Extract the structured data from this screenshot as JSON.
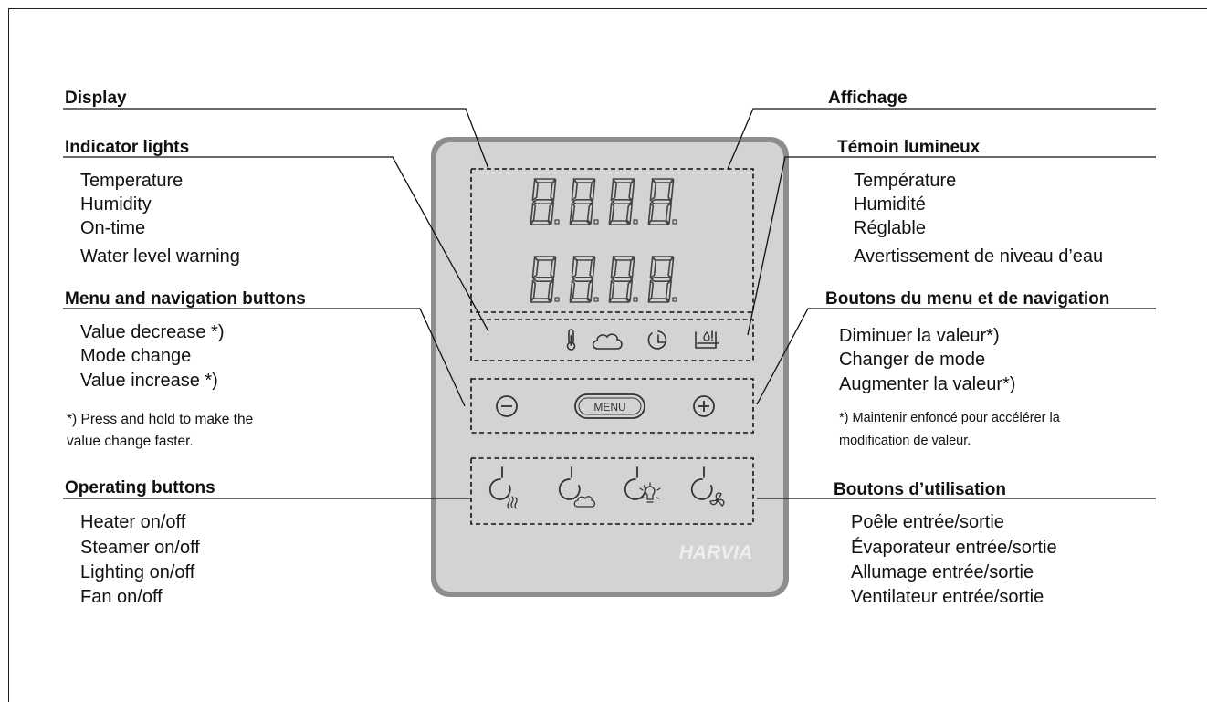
{
  "left": {
    "display": "Display",
    "indicator_lights": {
      "heading": "Indicator lights",
      "items": [
        "Temperature",
        "Humidity",
        "On-time",
        "Water level warning"
      ]
    },
    "menu_nav": {
      "heading": "Menu and navigation buttons",
      "items": [
        "Value decrease *)",
        "Mode change",
        "Value increase *)"
      ],
      "note_lines": [
        "*) Press and hold to make the",
        "value change faster."
      ]
    },
    "operating": {
      "heading": "Operating buttons",
      "items": [
        "Heater on/off",
        "Steamer on/off",
        "Lighting on/off",
        "Fan on/off"
      ]
    }
  },
  "right": {
    "display": "Affichage",
    "indicator_lights": {
      "heading": "Témoin lumineux",
      "items": [
        "Température",
        "Humidité",
        "Réglable",
        "Avertissement de niveau d’eau"
      ]
    },
    "menu_nav": {
      "heading": "Boutons du menu et de navigation",
      "items": [
        "Diminuer la valeur*)",
        "Changer de mode",
        "Augmenter la valeur*)"
      ],
      "note_lines": [
        "*) Maintenir enfoncé pour accélérer la",
        "modification de valeur."
      ]
    },
    "operating": {
      "heading": "Boutons d’utilisation",
      "items": [
        "Poêle entrée/sortie",
        "Évaporateur entrée/sortie",
        "Allumage entrée/sortie",
        "Ventilateur entrée/sortie"
      ]
    }
  },
  "panel": {
    "menu_button_label": "MENU",
    "brand": "HARVIA",
    "colors": {
      "panel": "#d2d3d5",
      "bezel": "#9a9b9d",
      "segment": "#444444",
      "brand": "#eeeeee"
    },
    "icons": {
      "indicators": [
        "thermometer-icon",
        "cloud-icon",
        "clock-icon",
        "water-level-warning-icon"
      ],
      "navigation": [
        "minus-icon",
        "menu-icon",
        "plus-icon"
      ],
      "operating": [
        "heater-power-icon",
        "steamer-power-icon",
        "lighting-power-icon",
        "fan-power-icon"
      ]
    }
  }
}
